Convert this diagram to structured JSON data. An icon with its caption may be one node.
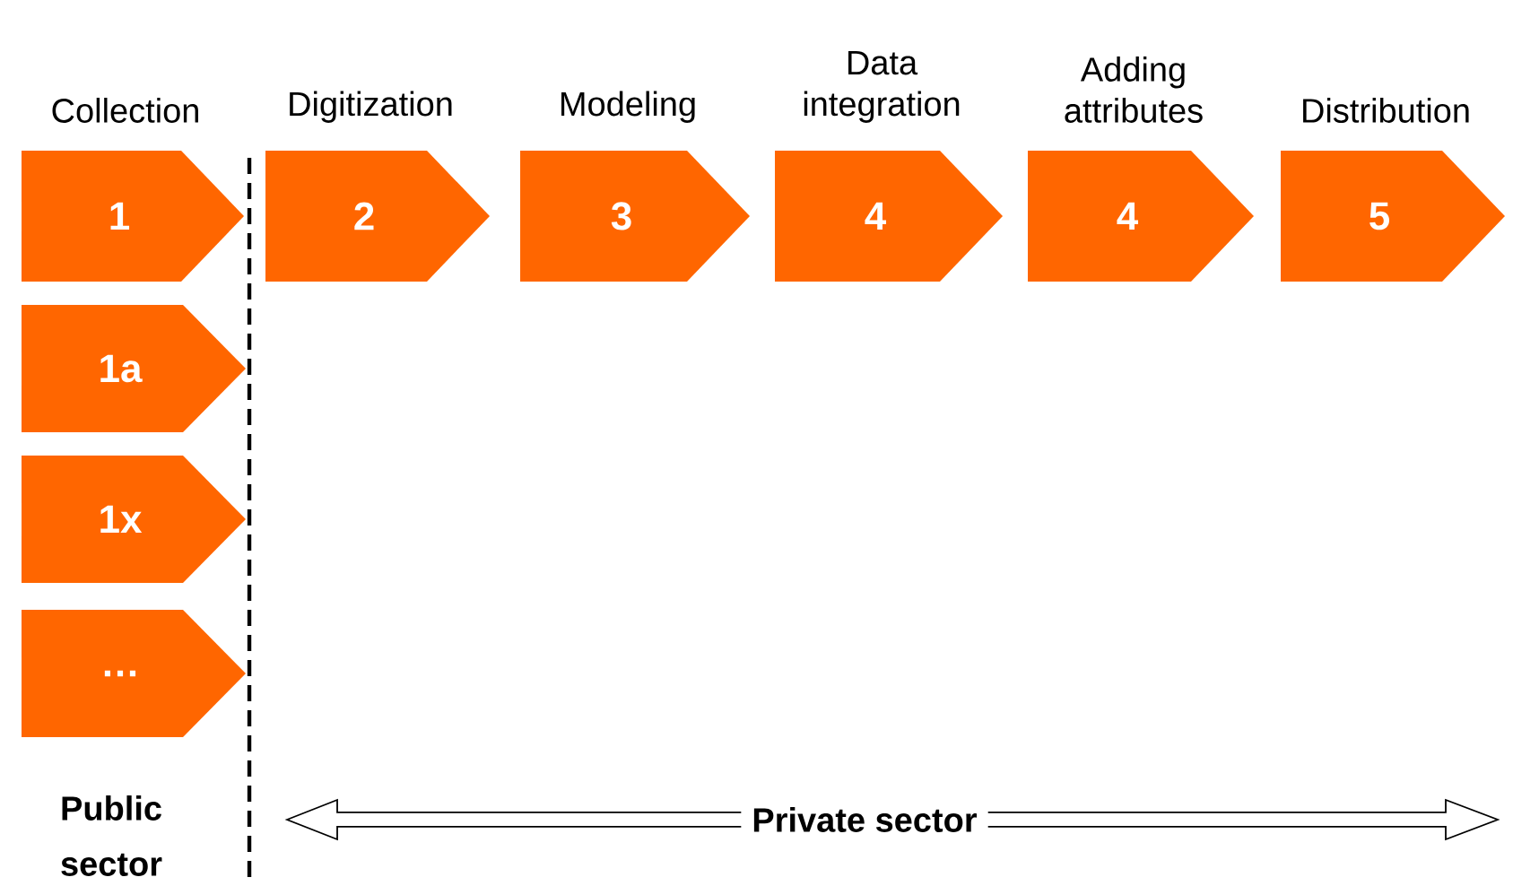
{
  "diagram": {
    "nodes": [
      {
        "text": [
          "Collection",
          "1"
        ]
      },
      {
        "text": [
          "Digitization",
          "2"
        ]
      },
      {
        "text": [
          "Modeling",
          "3"
        ]
      },
      {
        "text": [
          "Data integration",
          "4"
        ]
      },
      {
        "text": [
          "Adding attributes",
          "4"
        ]
      },
      {
        "text": [
          "Distribution",
          "5"
        ]
      },
      {
        "text": [
          "1a"
        ]
      },
      {
        "text": [
          "1x"
        ]
      },
      {
        "text": [
          "…"
        ]
      }
    ],
    "labels": [
      "Public sector",
      "Private sector"
    ]
  }
}
